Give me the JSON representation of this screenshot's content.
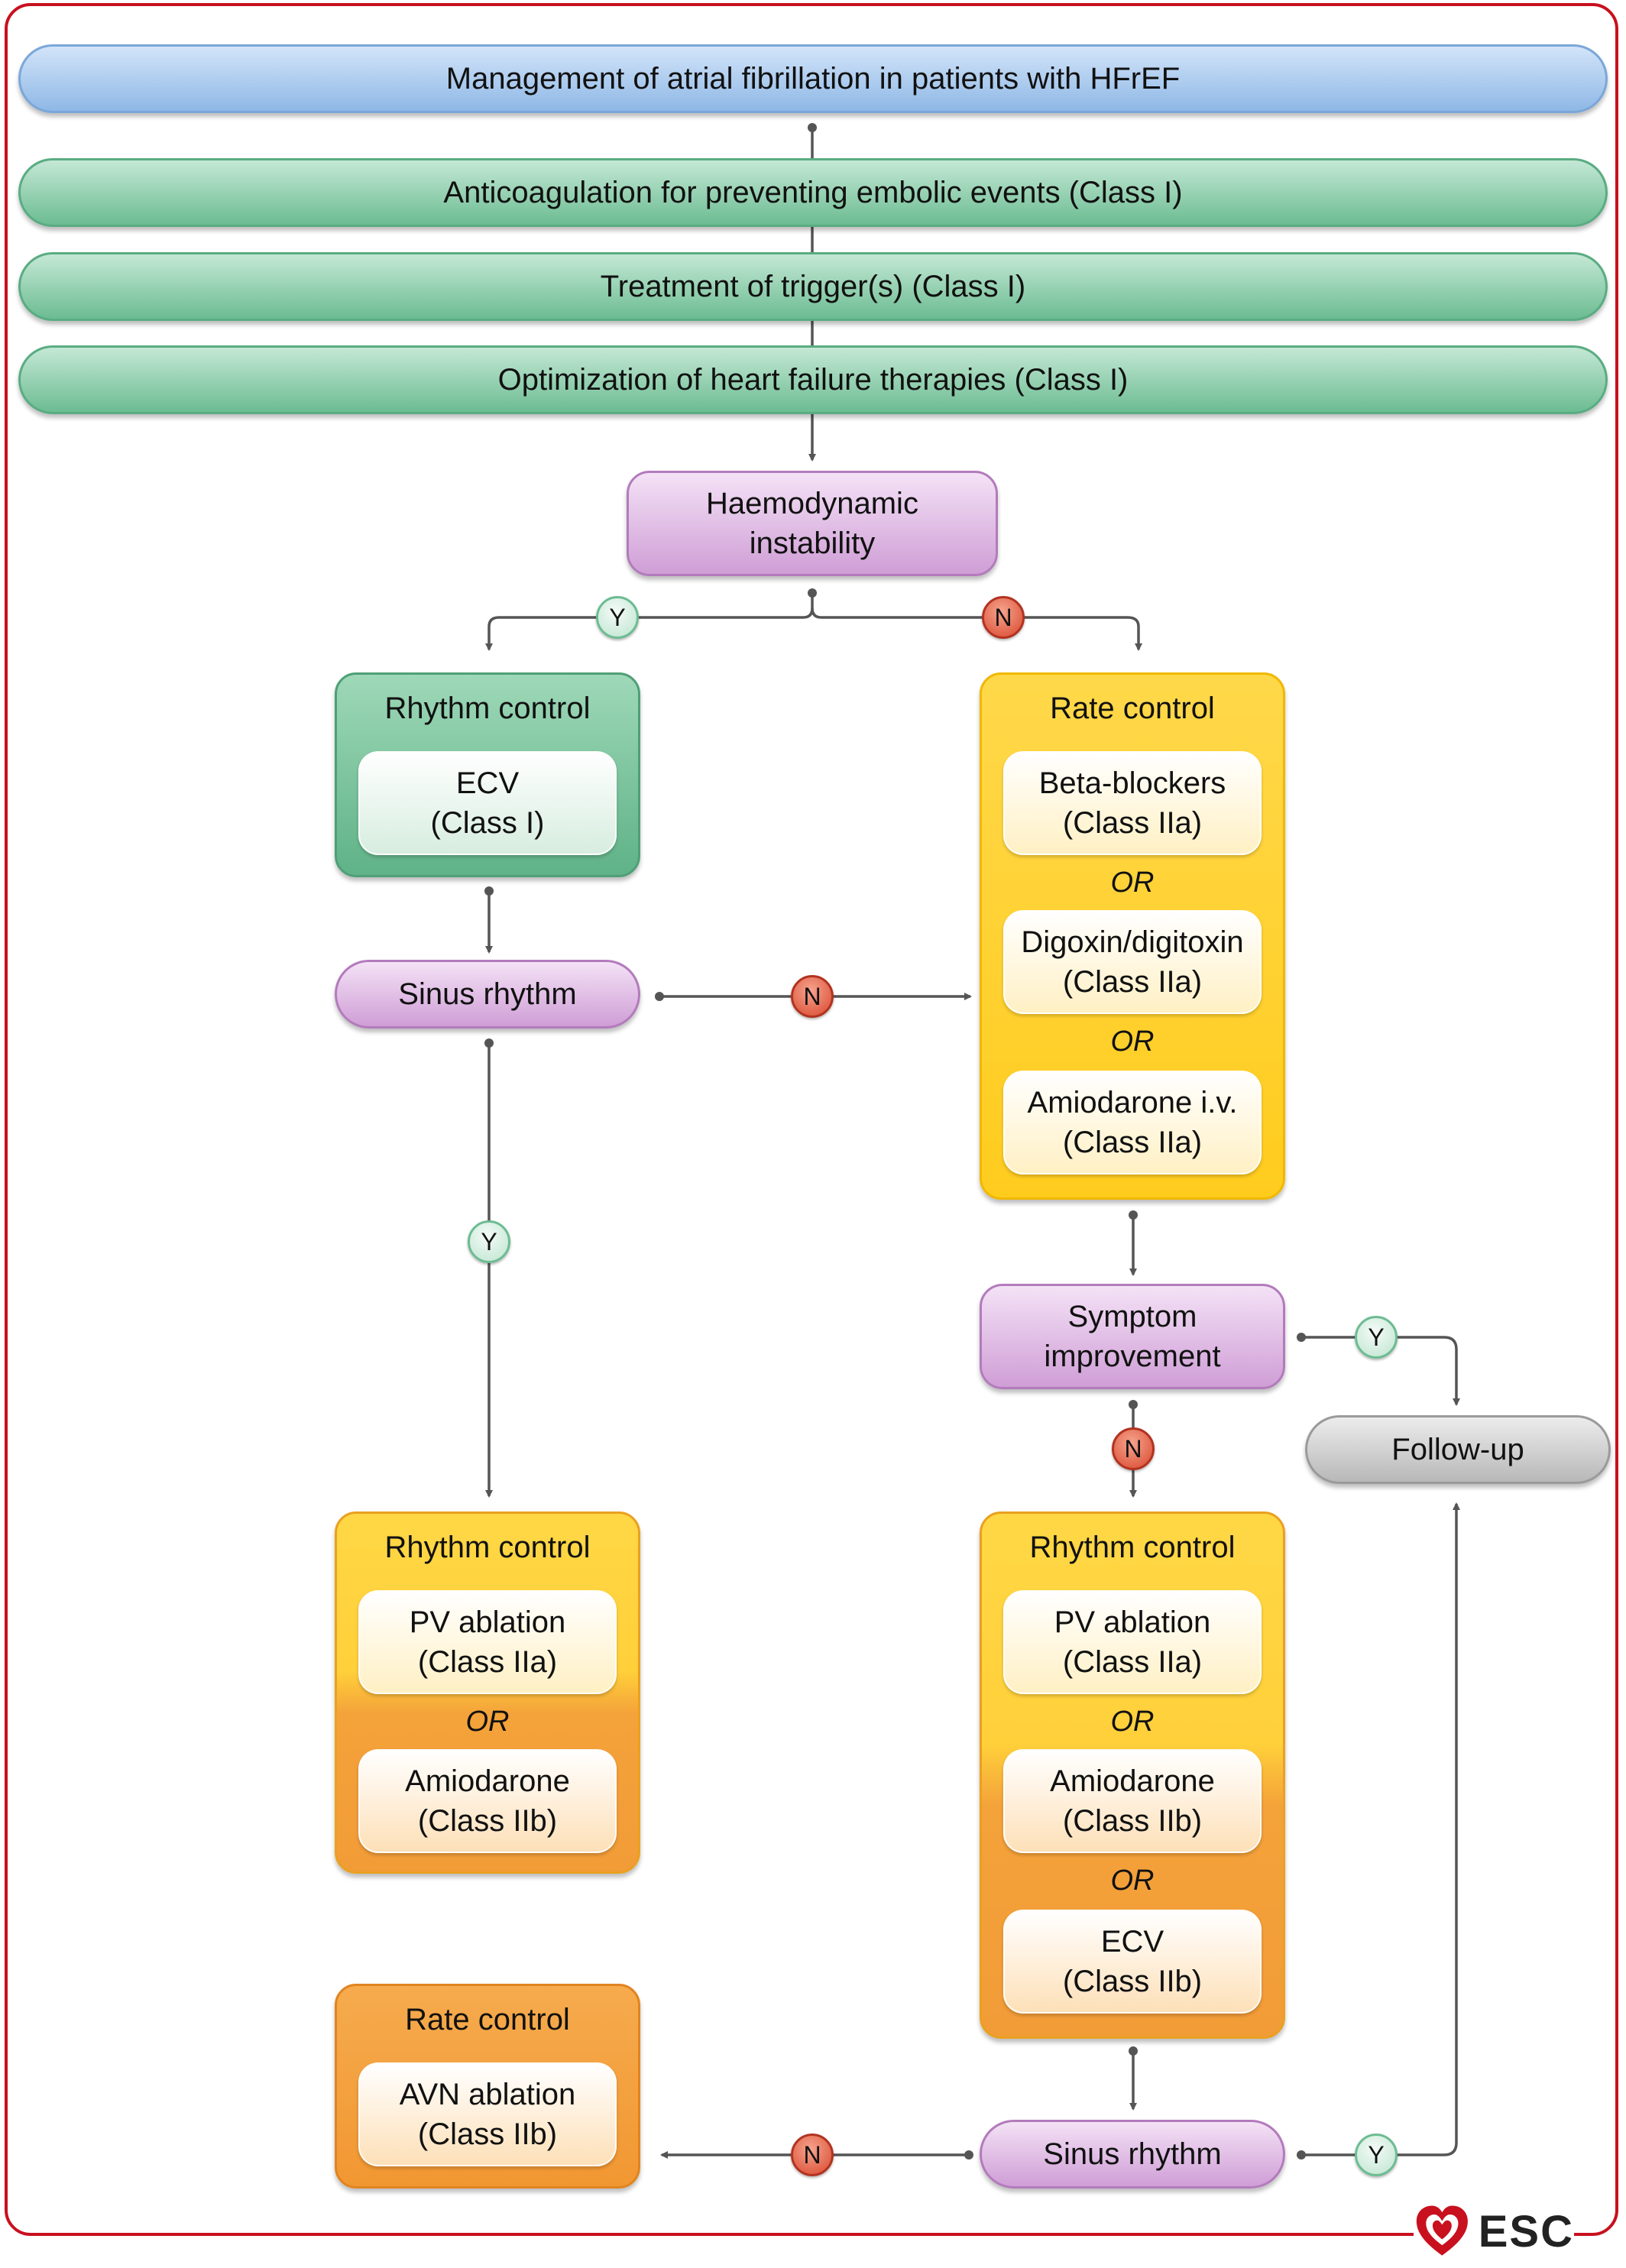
{
  "header": {
    "title": "Management of atrial fibrillation in patients with HFrEF",
    "anticoagulation": "Anticoagulation for preventing embolic events (Class I)",
    "triggers": "Treatment of trigger(s) (Class I)",
    "optimization": "Optimization of heart failure therapies (Class I)"
  },
  "decision_haemodynamic": {
    "line1": "Haemodynamic",
    "line2": "instability"
  },
  "badges": {
    "yes": "Y",
    "no": "N"
  },
  "or_label": "OR",
  "rhythm_control_ecv": {
    "title": "Rhythm control",
    "item": {
      "name": "ECV",
      "class": "(Class I)"
    }
  },
  "sinus_rhythm_1": "Sinus rhythm",
  "rate_control_drugs": {
    "title": "Rate control",
    "items": [
      {
        "name": "Beta-blockers",
        "class": "(Class IIa)"
      },
      {
        "name": "Digoxin/digitoxin",
        "class": "(Class IIa)"
      },
      {
        "name": "Amiodarone i.v.",
        "class": "(Class IIa)"
      }
    ]
  },
  "symptom_improvement": {
    "line1": "Symptom",
    "line2": "improvement"
  },
  "follow_up": "Follow-up",
  "rhythm_control_left": {
    "title": "Rhythm control",
    "items": [
      {
        "name": "PV ablation",
        "class": "(Class IIa)"
      },
      {
        "name": "Amiodarone",
        "class": "(Class IIb)"
      }
    ]
  },
  "rhythm_control_right": {
    "title": "Rhythm control",
    "items": [
      {
        "name": "PV ablation",
        "class": "(Class IIa)"
      },
      {
        "name": "Amiodarone",
        "class": "(Class IIb)"
      },
      {
        "name": "ECV",
        "class": "(Class IIb)"
      }
    ]
  },
  "rate_control_avn": {
    "title": "Rate control",
    "item": {
      "name": "AVN ablation",
      "class": "(Class IIb)"
    }
  },
  "sinus_rhythm_2": "Sinus rhythm",
  "logo": {
    "text": "ESC"
  }
}
